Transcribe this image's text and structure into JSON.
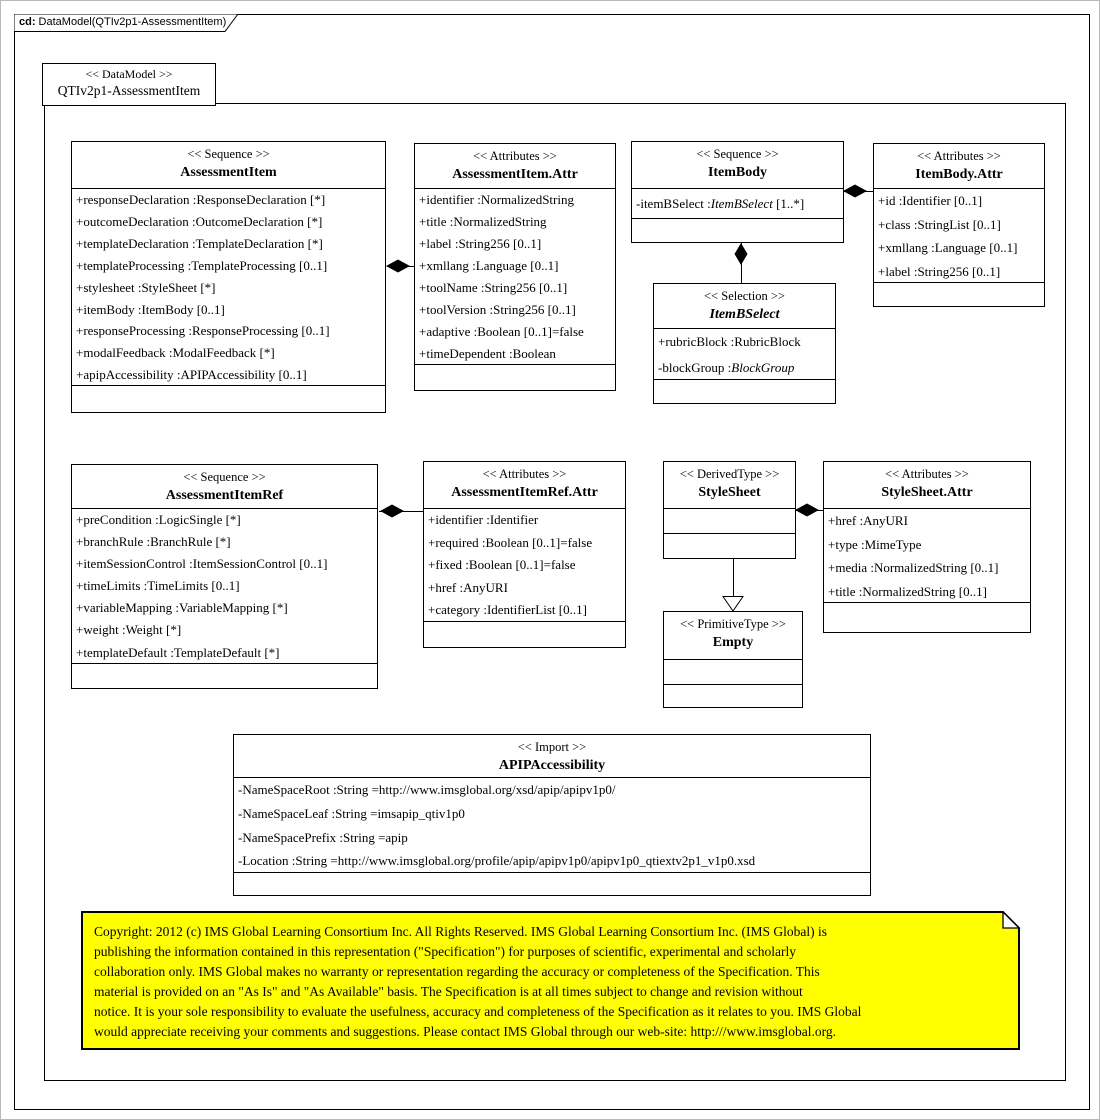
{
  "tab": {
    "prefix": "cd:",
    "title": " DataModel(QTIv2p1-AssessmentItem)"
  },
  "frame": {
    "stereotype": "<< DataModel >>",
    "name": "QTIv2p1-AssessmentItem"
  },
  "classes": {
    "assessment_item": {
      "stereotype": "<< Sequence >>",
      "name": "AssessmentItem",
      "attrs": [
        "+responseDeclaration :ResponseDeclaration [*]",
        "+outcomeDeclaration :OutcomeDeclaration [*]",
        "+templateDeclaration :TemplateDeclaration [*]",
        "+templateProcessing :TemplateProcessing [0..1]",
        "+stylesheet :StyleSheet [*]",
        "+itemBody :ItemBody [0..1]",
        "+responseProcessing :ResponseProcessing [0..1]",
        "+modalFeedback :ModalFeedback [*]",
        "+apipAccessibility :APIPAccessibility [0..1]"
      ]
    },
    "assessment_item_attr": {
      "stereotype": "<< Attributes >>",
      "name": "AssessmentItem.Attr",
      "attrs": [
        "+identifier :NormalizedString",
        "+title :NormalizedString",
        "+label :String256 [0..1]",
        "+xmllang :Language [0..1]",
        "+toolName :String256 [0..1]",
        "+toolVersion :String256 [0..1]",
        "+adaptive :Boolean [0..1]=false",
        "+timeDependent :Boolean"
      ]
    },
    "item_body": {
      "stereotype": "<< Sequence >>",
      "name": "ItemBody",
      "attr_pre": "-itemBSelect :",
      "attr_italic": "ItemBSelect",
      "attr_post": " [1..*]"
    },
    "item_body_attr": {
      "stereotype": "<< Attributes >>",
      "name": "ItemBody.Attr",
      "attrs": [
        "+id :Identifier [0..1]",
        "+class :StringList [0..1]",
        "+xmllang :Language [0..1]",
        "+label :String256 [0..1]"
      ]
    },
    "item_b_select": {
      "stereotype": "<< Selection >>",
      "name": "ItemBSelect",
      "attr1": "+rubricBlock :RubricBlock",
      "attr2_pre": "-blockGroup :",
      "attr2_italic": "BlockGroup"
    },
    "assessment_item_ref": {
      "stereotype": "<< Sequence >>",
      "name": "AssessmentItemRef",
      "attrs": [
        "+preCondition :LogicSingle [*]",
        "+branchRule :BranchRule [*]",
        "+itemSessionControl :ItemSessionControl [0..1]",
        "+timeLimits :TimeLimits [0..1]",
        "+variableMapping :VariableMapping [*]",
        "+weight :Weight [*]",
        "+templateDefault :TemplateDefault [*]"
      ]
    },
    "assessment_item_ref_attr": {
      "stereotype": "<< Attributes >>",
      "name": "AssessmentItemRef.Attr",
      "attrs": [
        "+identifier :Identifier",
        "+required :Boolean [0..1]=false",
        "+fixed :Boolean [0..1]=false",
        "+href :AnyURI",
        "+category :IdentifierList [0..1]"
      ]
    },
    "style_sheet": {
      "stereotype": "<< DerivedType >>",
      "name": "StyleSheet"
    },
    "style_sheet_attr": {
      "stereotype": "<< Attributes >>",
      "name": "StyleSheet.Attr",
      "attrs": [
        "+href :AnyURI",
        "+type :MimeType",
        "+media :NormalizedString [0..1]",
        "+title :NormalizedString [0..1]"
      ]
    },
    "empty": {
      "stereotype": "<< PrimitiveType >>",
      "name": "Empty"
    },
    "apip_accessibility": {
      "stereotype": "<< Import >>",
      "name": "APIPAccessibility",
      "attrs": [
        "-NameSpaceRoot :String =http://www.imsglobal.org/xsd/apip/apipv1p0/",
        "-NameSpaceLeaf :String =imsapip_qtiv1p0",
        "-NameSpacePrefix :String =apip",
        "-Location :String =http://www.imsglobal.org/profile/apip/apipv1p0/apipv1p0_qtiextv2p1_v1p0.xsd"
      ]
    }
  },
  "note": {
    "background": "#ffff00",
    "lines": [
      "Copyright: 2012 (c) IMS Global Learning Consortium Inc.  All Rights Reserved.  IMS Global Learning Consortium Inc. (IMS Global) is",
      "publishing the information contained in this representation (\"Specification\") for purposes of scientific, experimental and scholarly",
      "collaboration only.  IMS Global makes no warranty or representation regarding the accuracy or completeness of the Specification.  This",
      "material is provided on an \"As Is\" and \"As Available\" basis.  The Specification is at all times subject to change and revision without",
      "notice.  It is your sole responsibility to evaluate the usefulness, accuracy and completeness of the Specification as it relates to you.  IMS Global",
      "would appreciate receiving your comments and suggestions.  Please contact IMS Global through our web-site: http:///www.imsglobal.org."
    ]
  }
}
